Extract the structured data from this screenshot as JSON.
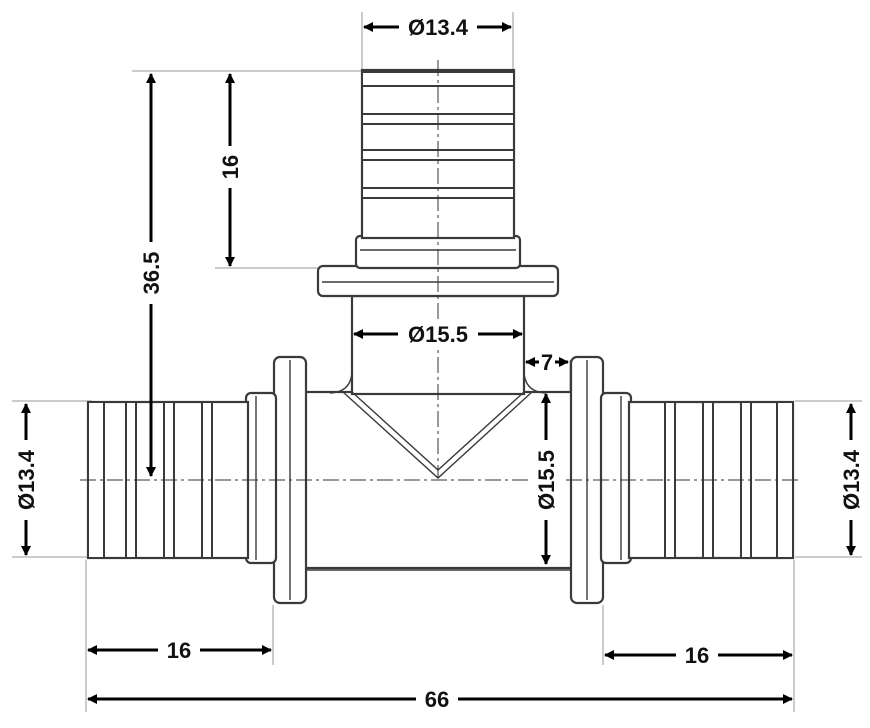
{
  "dimensions": {
    "top_outlet_diameter": "Ø13.4",
    "top_outlet_length": "16",
    "branch_height": "36.5",
    "branch_bore_diameter": "Ø15.5",
    "collar_width": "7",
    "run_bore_diameter": "Ø15.5",
    "left_outlet_diameter": "Ø13.4",
    "right_outlet_diameter": "Ø13.4",
    "left_outlet_length": "16",
    "right_outlet_length": "16",
    "overall_length": "66"
  }
}
